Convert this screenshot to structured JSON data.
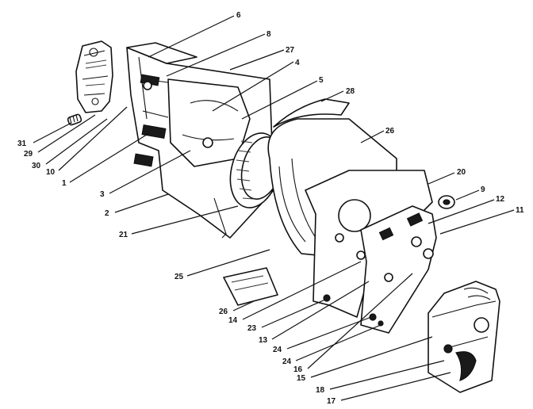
{
  "callouts": [
    "6",
    "8",
    "27",
    "4",
    "5",
    "28",
    "26",
    "20",
    "9",
    "12",
    "11",
    "31",
    "29",
    "30",
    "10",
    "1",
    "3",
    "2",
    "21",
    "25",
    "26",
    "14",
    "23",
    "13",
    "24",
    "24",
    "16",
    "15",
    "18",
    "17"
  ]
}
